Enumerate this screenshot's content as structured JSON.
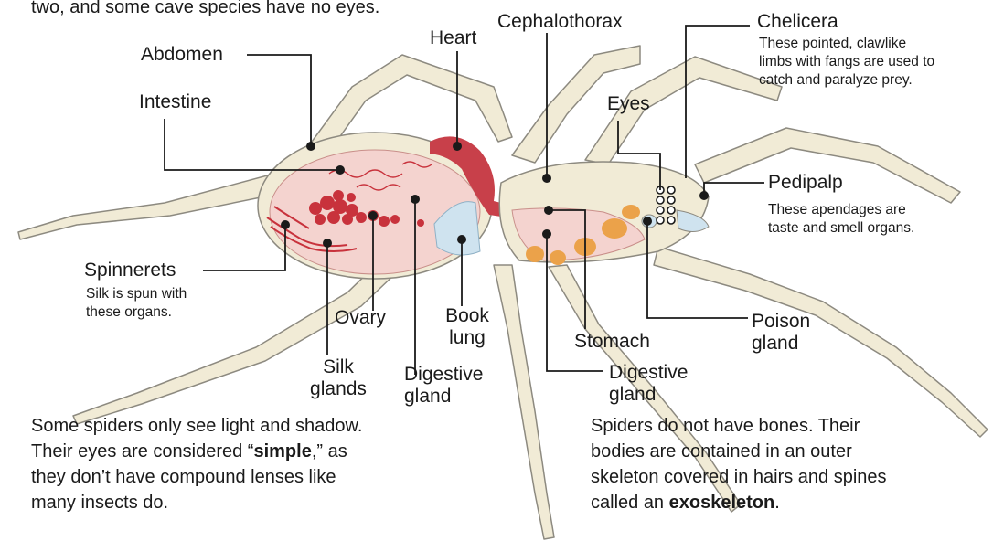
{
  "top_text": "two, and some cave species have no eyes.",
  "labels": {
    "heart": "Heart",
    "cephalothorax": "Cephalothorax",
    "abdomen": "Abdomen",
    "intestine": "Intestine",
    "eyes": "Eyes",
    "chelicera": {
      "title": "Chelicera",
      "note": [
        "These pointed, clawlike",
        "limbs with fangs are used to",
        "catch and paralyze prey."
      ]
    },
    "pedipalp": {
      "title": "Pedipalp",
      "note": [
        "These apendages are",
        "taste and smell organs."
      ]
    },
    "spinnerets": {
      "title": "Spinnerets",
      "note": [
        "Silk is spun with",
        "these organs."
      ]
    },
    "ovary": "Ovary",
    "book_lung": [
      "Book",
      "lung"
    ],
    "stomach": "Stomach",
    "poison_gland": [
      "Poison",
      "gland"
    ],
    "silk_glands": [
      "Silk",
      "glands"
    ],
    "digestive_gland_left": [
      "Digestive",
      "gland"
    ],
    "digestive_gland_right": [
      "Digestive",
      "gland"
    ]
  },
  "paragraphs": {
    "left": {
      "l1": "Some spiders only see light and shadow.",
      "l2_pre": "Their eyes are considered “",
      "l2_bold": "simple",
      "l2_post": ",” as",
      "l3": "they don’t have compound lenses like",
      "l4": "many insects do."
    },
    "right": {
      "l1": "Spiders do not have bones. Their",
      "l2": "bodies are contained in an outer",
      "l3": "skeleton covered in hairs and spines",
      "l4_pre": "called an ",
      "l4_bold": "exoskeleton",
      "l4_post": "."
    }
  },
  "colors": {
    "body_fill": "#f1ebd6",
    "outline": "#8d8a80",
    "abdomen_pink": "#f4d3cf",
    "heart_red": "#c8404a",
    "ovary_red": "#c8323c",
    "book_lung_blue": "#cfe3ef",
    "digestive_orange": "#eba24a",
    "leader_line": "#1a1a1a"
  }
}
